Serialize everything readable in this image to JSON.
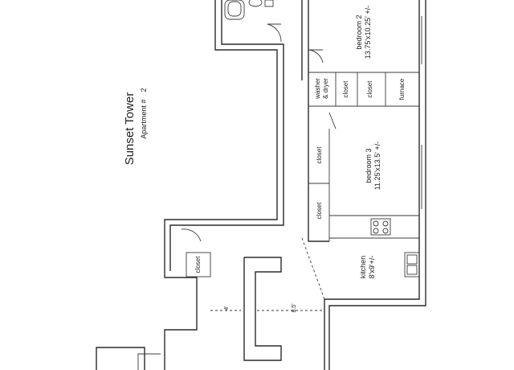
{
  "plan": {
    "building_name": "Sunset Tower",
    "unit_label": "Apartment #",
    "unit_number": "2",
    "rooms": {
      "bedroom2_name": "bedroom 2",
      "bedroom2_size": "13.75'x10.25' +/-",
      "bedroom3_name": "bedroom 3",
      "bedroom3_size": "11.25'x13.5' +/-",
      "kitchen_name": "kitchen",
      "kitchen_size": "8'x9'+/-"
    },
    "labels": {
      "washer_dryer_line1": "washer",
      "washer_dryer_line2": "& dryer",
      "closet": "closet",
      "furnace": "furnace"
    },
    "dimensions": {
      "hall_left": "4'",
      "hall_right": "8.5'"
    }
  }
}
